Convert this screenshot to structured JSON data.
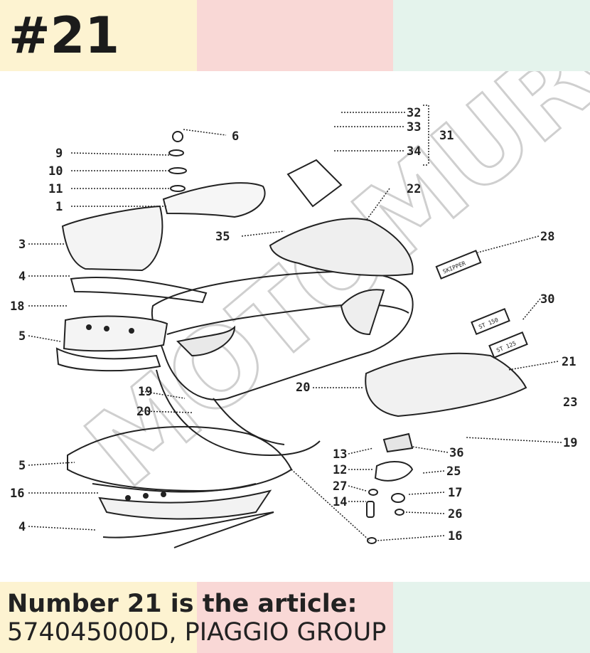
{
  "header": {
    "title": "#21"
  },
  "caption": {
    "line1": "Number 21 is the article:",
    "line2": "574045000D, PIAGGIO GROUP"
  },
  "watermark": {
    "text": "MOTOMURCIA"
  },
  "diagram": {
    "callouts": [
      "32",
      "33",
      "31",
      "34",
      "6",
      "9",
      "10",
      "11",
      "1",
      "22",
      "35",
      "28",
      "3",
      "4",
      "18",
      "30",
      "5",
      "21",
      "19",
      "20",
      "23",
      "19",
      "36",
      "13",
      "12",
      "25",
      "5",
      "27",
      "17",
      "16",
      "14",
      "26",
      "4",
      "16",
      "20"
    ],
    "stickers": [
      "SKIPPER",
      "ST 150",
      "ST 125"
    ]
  },
  "colors": {
    "band_yellow": "#fdf3d1",
    "band_pink": "#f9d8d6",
    "band_mint": "#e4f3ec",
    "ink": "#222222"
  }
}
